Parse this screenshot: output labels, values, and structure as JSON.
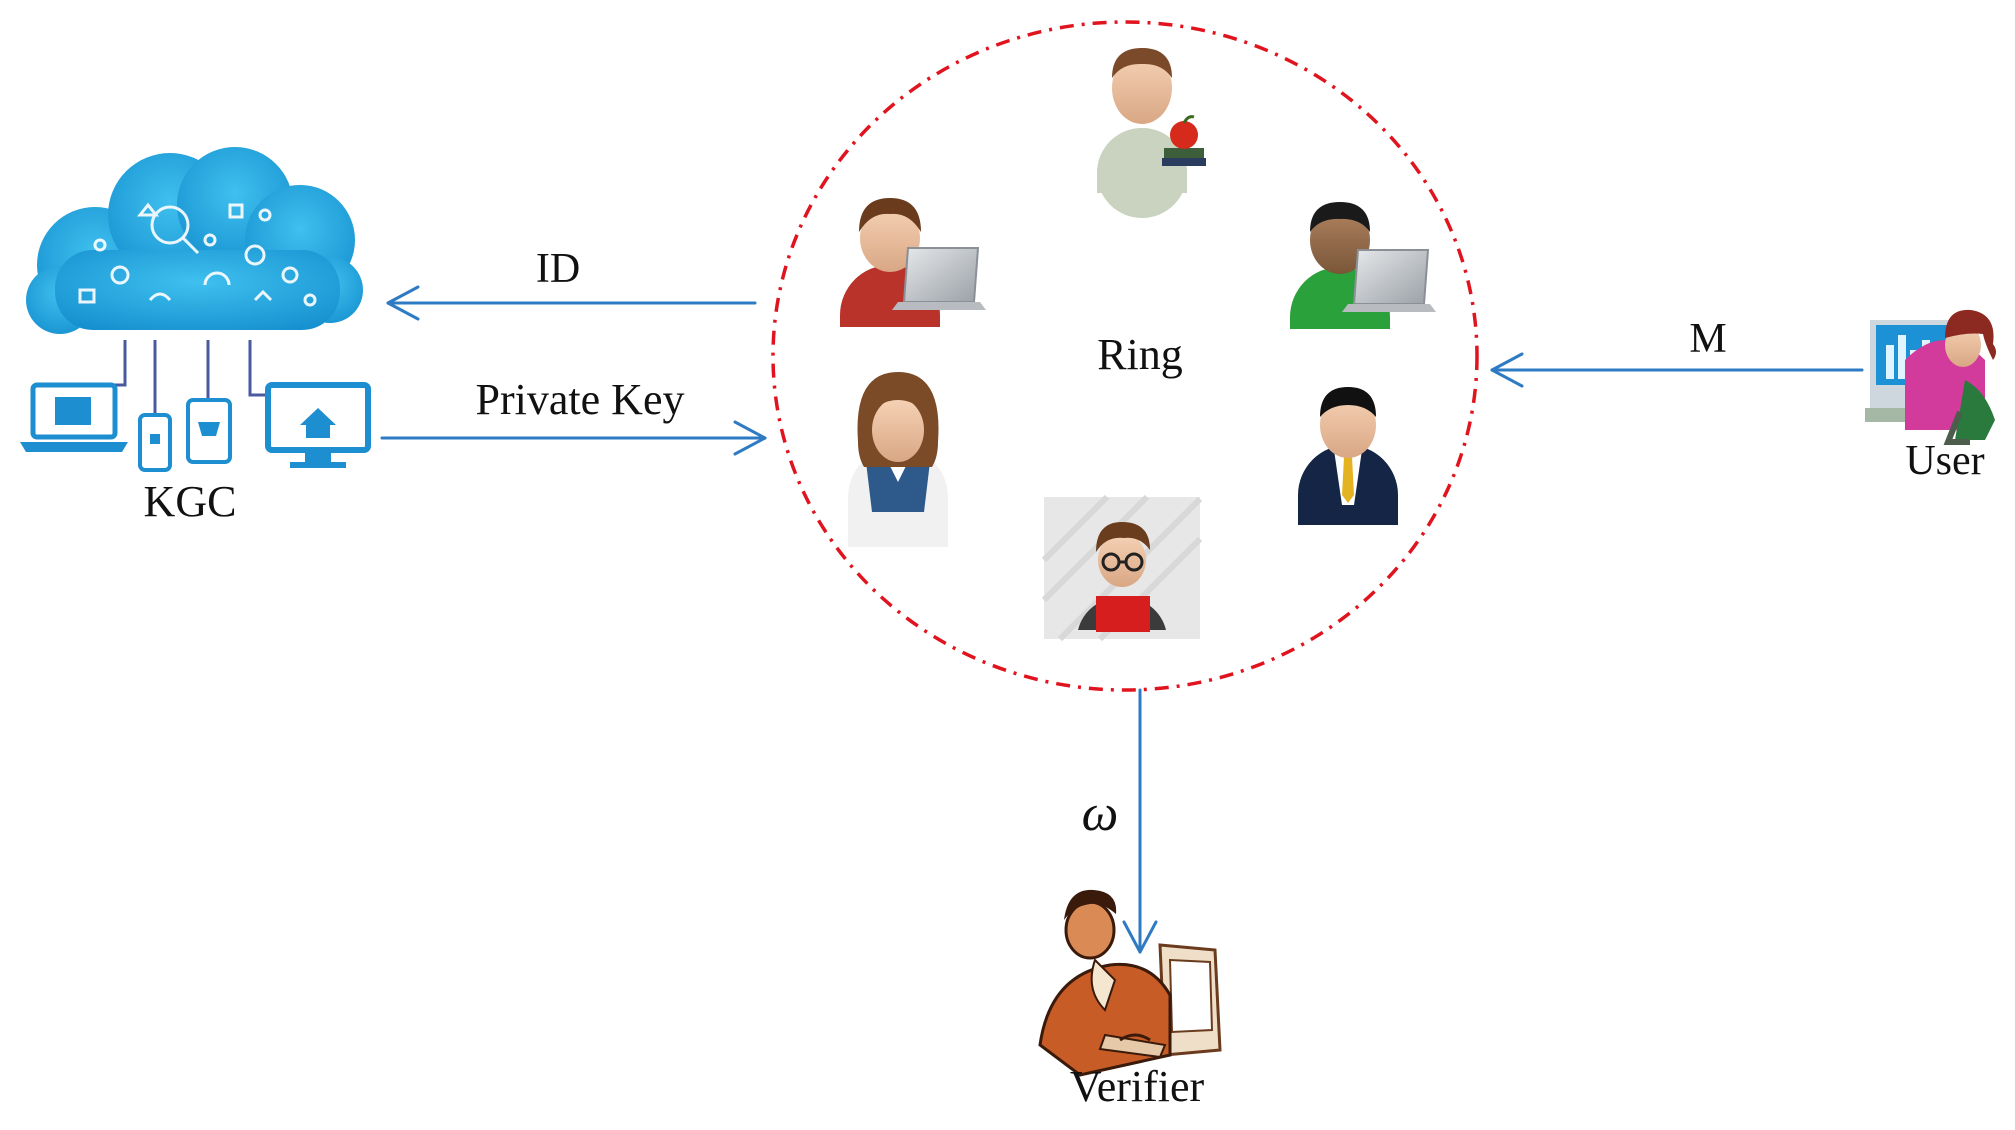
{
  "labels": {
    "kgc": "KGC",
    "id": "ID",
    "private_key": "Private Key",
    "ring": "Ring",
    "message": "M",
    "user": "User",
    "omega": "ω",
    "verifier": "Verifier"
  },
  "colors": {
    "ring_border": "#e0141e",
    "arrow": "#2e7bc4",
    "cloud": "#1ea3dc",
    "device": "#1d8fd0",
    "text": "#111111"
  },
  "icons": {
    "kgc": "cloud-network-icon",
    "ring_members": [
      "person-with-apple-icon",
      "person-with-laptop-icon",
      "person-with-laptop-green-icon",
      "woman-avatar-icon",
      "businessman-icon",
      "nerd-with-laptop-icon"
    ],
    "user": "woman-at-computer-icon",
    "verifier": "man-at-computer-icon"
  }
}
